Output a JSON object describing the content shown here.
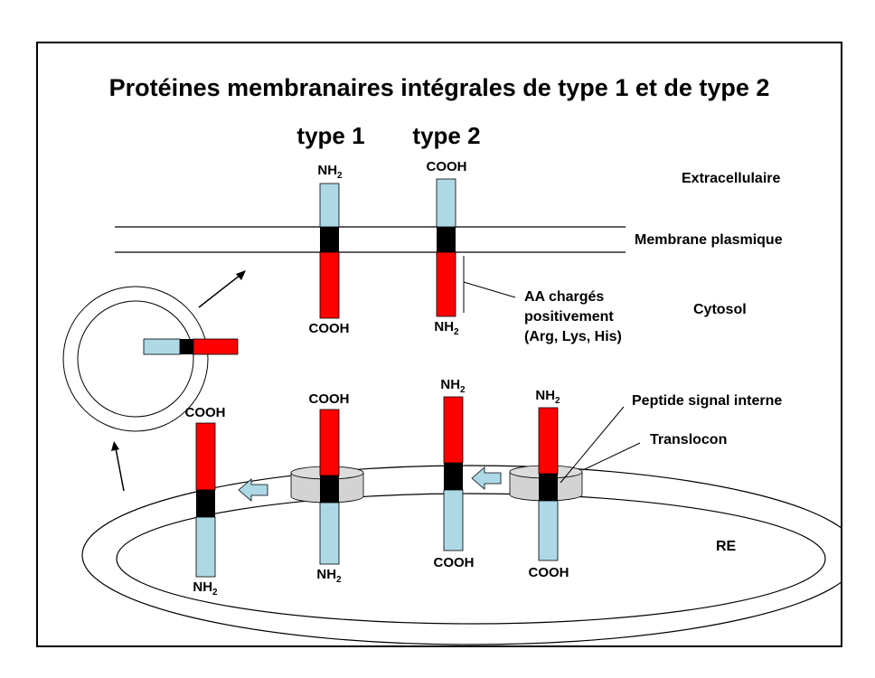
{
  "title": "Protéines membranaires intégrales de type 1 et de type 2",
  "columns": {
    "type1": "type 1",
    "type2": "type 2"
  },
  "regions": {
    "extracellular": "Extracellulaire",
    "plasma_membrane": "Membrane plasmique",
    "cytosol": "Cytosol",
    "er": "RE"
  },
  "annotations": {
    "charged_line1": "AA chargés",
    "charged_line2": "positivement",
    "charged_line3": "(Arg, Lys, His)",
    "signal_peptide": "Peptide signal interne",
    "translocon": "Translocon"
  },
  "termini": {
    "nh2_base": "NH",
    "nh2_sub": "2",
    "cooh": "COOH"
  },
  "colors": {
    "lumenal_segment": "#add8e6",
    "cytosolic_segment": "#ff0000",
    "transmembrane_segment": "#000000",
    "translocon": "#d3d3d3"
  }
}
